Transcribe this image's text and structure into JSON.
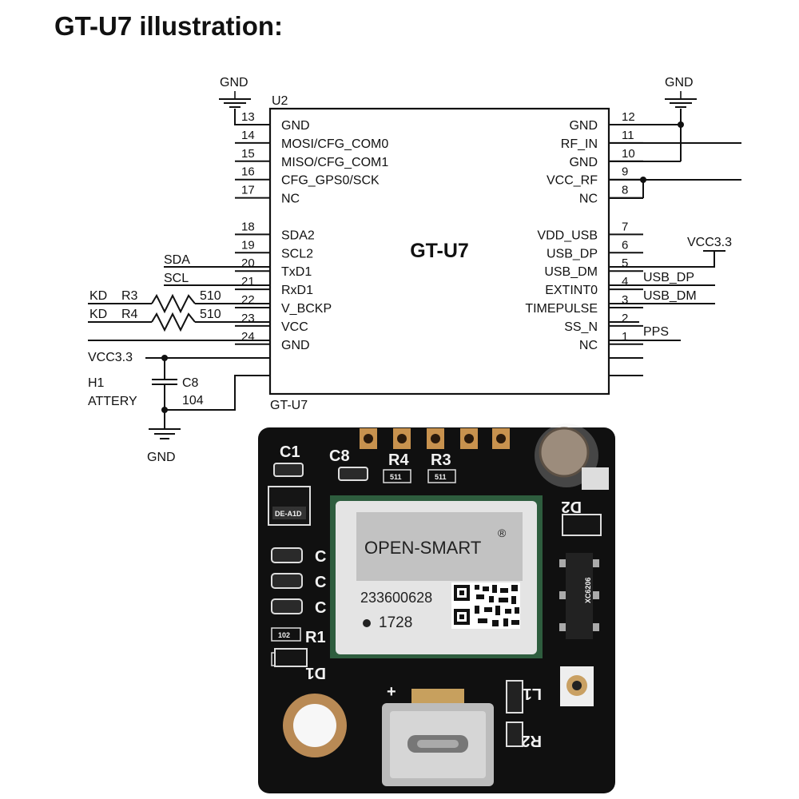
{
  "title": "GT-U7 illustration:",
  "chip": {
    "refdes": "U2",
    "name": "GT-U7",
    "footer": "GT-U7",
    "left_pins": [
      {
        "num": "13",
        "name": "GND"
      },
      {
        "num": "14",
        "name": "MOSI/CFG_COM0"
      },
      {
        "num": "15",
        "name": "MISO/CFG_COM1"
      },
      {
        "num": "16",
        "name": "CFG_GPS0/SCK"
      },
      {
        "num": "17",
        "name": "NC"
      },
      {
        "num": "18",
        "name": "SDA2"
      },
      {
        "num": "19",
        "name": "SCL2"
      },
      {
        "num": "20",
        "name": "TxD1"
      },
      {
        "num": "21",
        "name": "RxD1"
      },
      {
        "num": "22",
        "name": "V_BCKP"
      },
      {
        "num": "23",
        "name": "VCC"
      },
      {
        "num": "24",
        "name": "GND"
      }
    ],
    "right_pins": [
      {
        "num": "12",
        "name": "GND"
      },
      {
        "num": "11",
        "name": "RF_IN"
      },
      {
        "num": "10",
        "name": "GND"
      },
      {
        "num": "9",
        "name": "VCC_RF"
      },
      {
        "num": "8",
        "name": "NC"
      },
      {
        "num": "7",
        "name": "VDD_USB"
      },
      {
        "num": "6",
        "name": "USB_DP"
      },
      {
        "num": "5",
        "name": "USB_DM"
      },
      {
        "num": "4",
        "name": "EXTINT0"
      },
      {
        "num": "3",
        "name": "TIMEPULSE"
      },
      {
        "num": "2",
        "name": "SS_N"
      },
      {
        "num": "1",
        "name": "NC"
      }
    ]
  },
  "nets": {
    "gnd_left": "GND",
    "gnd_right": "GND",
    "gnd_bottom": "GND",
    "vcc_left": "VCC3.3",
    "vcc_right": "VCC3.3",
    "sda": "SDA",
    "scl": "SCL",
    "kd1": "KD",
    "kd2": "KD",
    "r3": "R3",
    "r4": "R4",
    "r3_val": "510",
    "r4_val": "510",
    "h1": "H1",
    "battery": "ATTERY",
    "c8": "C8",
    "c8_val": "104",
    "usb_dp": "USB_DP",
    "usb_dm": "USB_DM",
    "pps": "PPS"
  },
  "board": {
    "brand": "OPEN-SMART",
    "reg_mark": "®",
    "serial": "233600628",
    "date_code": "1728",
    "silk_c1": "C1",
    "silk_c8": "C8",
    "silk_r4": "R4",
    "silk_r3": "R3",
    "silk_r1": "R1",
    "silk_d1": "D1",
    "silk_d2": "D2",
    "silk_l1": "L1",
    "silk_r2": "R2",
    "silk_plus": "+",
    "silk_c_a": "C",
    "silk_c_b": "C",
    "silk_c_c": "C",
    "res_code": "511",
    "res_code2": "511",
    "res_code3": "102",
    "diode_mark": "DE-A1D",
    "ic_mark": "XC6206"
  }
}
